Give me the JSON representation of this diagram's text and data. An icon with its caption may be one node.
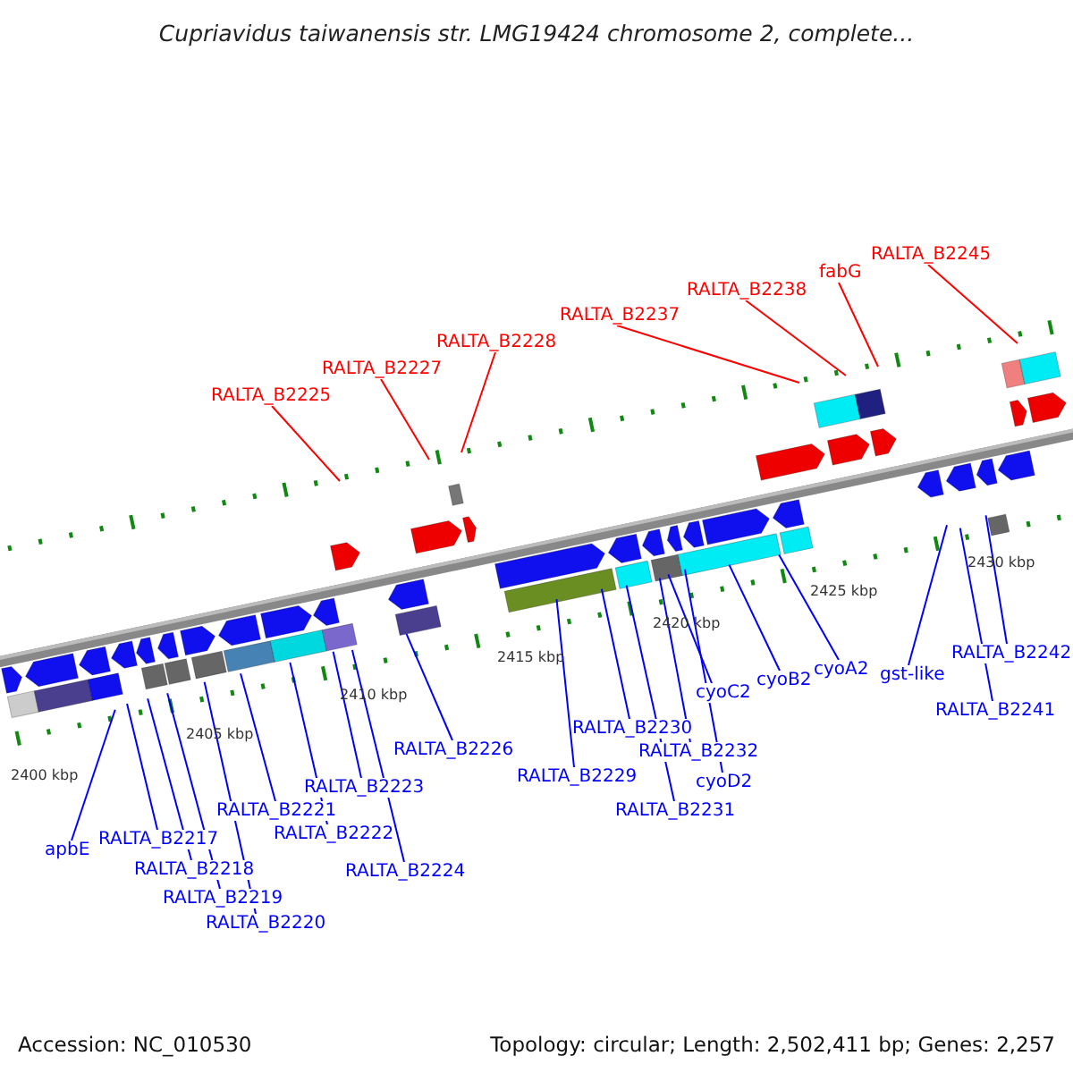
{
  "diagram": {
    "title": "Cupriavidus taiwanensis str. LMG19424 chromosome 2, complete...",
    "nodes": [
      {
        "text": [
          "RALTA_B2225"
        ]
      },
      {
        "text": [
          "RALTA_B2227"
        ]
      },
      {
        "text": [
          "RALTA_B2228"
        ]
      },
      {
        "text": [
          "RALTA_B2237"
        ]
      },
      {
        "text": [
          "RALTA_B2238"
        ]
      },
      {
        "text": [
          "fabG"
        ]
      },
      {
        "text": [
          "RALTA_B2245"
        ]
      },
      {
        "text": [
          "apbE"
        ]
      },
      {
        "text": [
          "RALTA_B2217"
        ]
      },
      {
        "text": [
          "RALTA_B2218"
        ]
      },
      {
        "text": [
          "RALTA_B2219"
        ]
      },
      {
        "text": [
          "RALTA_B2220"
        ]
      },
      {
        "text": [
          "RALTA_B2221"
        ]
      },
      {
        "text": [
          "RALTA_B2222"
        ]
      },
      {
        "text": [
          "RALTA_B2223"
        ]
      },
      {
        "text": [
          "RALTA_B2224"
        ]
      },
      {
        "text": [
          "RALTA_B2226"
        ]
      },
      {
        "text": [
          "RALTA_B2229"
        ]
      },
      {
        "text": [
          "RALTA_B2230"
        ]
      },
      {
        "text": [
          "RALTA_B2231"
        ]
      },
      {
        "text": [
          "RALTA_B2232"
        ]
      },
      {
        "text": [
          "cyoC2"
        ]
      },
      {
        "text": [
          "cyoD2"
        ]
      },
      {
        "text": [
          "cyoB2"
        ]
      },
      {
        "text": [
          "cyoA2"
        ]
      },
      {
        "text": [
          "gst-like"
        ]
      },
      {
        "text": [
          "RALTA_B2241"
        ]
      },
      {
        "text": [
          "RALTA_B2242"
        ]
      }
    ],
    "edges": [
      {
        "from": 0,
        "to": null,
        "arrow": "none",
        "color": "#ff0000"
      },
      {
        "from": 1,
        "to": null,
        "arrow": "none",
        "color": "#ff0000"
      },
      {
        "from": 2,
        "to": null,
        "arrow": "none",
        "color": "#ff0000"
      },
      {
        "from": 3,
        "to": null,
        "arrow": "none",
        "color": "#ff0000"
      },
      {
        "from": 4,
        "to": null,
        "arrow": "none",
        "color": "#ff0000"
      },
      {
        "from": 5,
        "to": null,
        "arrow": "none",
        "color": "#ff0000"
      },
      {
        "from": 6,
        "to": null,
        "arrow": "none",
        "color": "#ff0000"
      },
      {
        "from": 7,
        "to": null,
        "arrow": "none"
      },
      {
        "from": 8,
        "to": null,
        "arrow": "none"
      },
      {
        "from": 9,
        "to": null,
        "arrow": "none"
      },
      {
        "from": 10,
        "to": null,
        "arrow": "none"
      },
      {
        "from": 11,
        "to": null,
        "arrow": "none"
      },
      {
        "from": 12,
        "to": null,
        "arrow": "none"
      },
      {
        "from": 13,
        "to": null,
        "arrow": "none"
      },
      {
        "from": 14,
        "to": null,
        "arrow": "none"
      },
      {
        "from": 15,
        "to": null,
        "arrow": "none"
      },
      {
        "from": 16,
        "to": null,
        "arrow": "none"
      },
      {
        "from": 17,
        "to": null,
        "arrow": "none"
      },
      {
        "from": 18,
        "to": null,
        "arrow": "none"
      },
      {
        "from": 19,
        "to": null,
        "arrow": "none"
      },
      {
        "from": 20,
        "to": null,
        "arrow": "none"
      },
      {
        "from": 21,
        "to": null,
        "arrow": "none"
      },
      {
        "from": 22,
        "to": null,
        "arrow": "none"
      },
      {
        "from": 23,
        "to": null,
        "arrow": "none"
      },
      {
        "from": 24,
        "to": null,
        "arrow": "none"
      },
      {
        "from": 25,
        "to": null,
        "arrow": "none"
      },
      {
        "from": 26,
        "to": null,
        "arrow": "none"
      },
      {
        "from": 27,
        "to": null,
        "arrow": "none"
      }
    ],
    "labels": [
      "2400 kbp",
      "2405 kbp",
      "2410 kbp",
      "2415 kbp",
      "2420 kbp",
      "2425 kbp",
      "2430 kbp",
      "Accession: NC_010530",
      "Topology: circular; Length: 2,502,411 bp; Genes: 2,257"
    ]
  }
}
